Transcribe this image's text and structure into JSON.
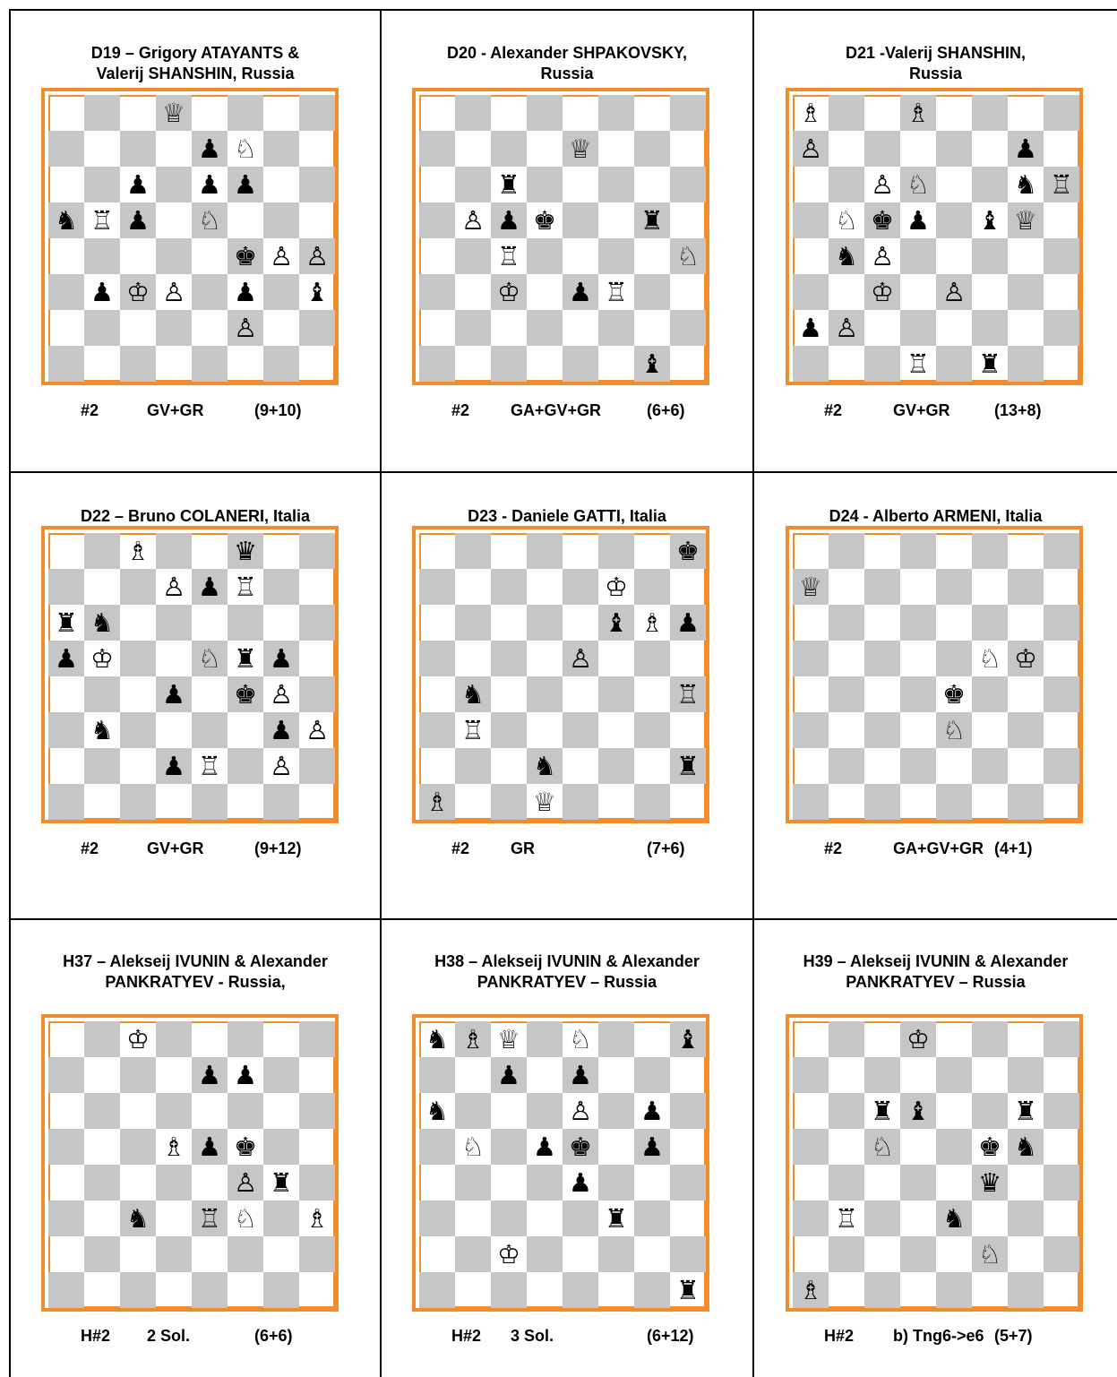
{
  "problems": [
    {
      "id": "D19",
      "title_lines": [
        "D19 – Grigory ATAYANTS &",
        "Valerij SHANSHIN, Russia"
      ],
      "footer": [
        "#2",
        "GV+GR",
        "(9+10)"
      ],
      "pieces": [
        {
          "sq": "d8",
          "g": "♕"
        },
        {
          "sq": "e7",
          "g": "♟"
        },
        {
          "sq": "f7",
          "g": "♘"
        },
        {
          "sq": "c6",
          "g": "♟"
        },
        {
          "sq": "e6",
          "g": "♟"
        },
        {
          "sq": "f6",
          "g": "♟"
        },
        {
          "sq": "a5",
          "g": "♞"
        },
        {
          "sq": "b5",
          "g": "♖"
        },
        {
          "sq": "c5",
          "g": "♟"
        },
        {
          "sq": "e5",
          "g": "♘"
        },
        {
          "sq": "f4",
          "g": "♚"
        },
        {
          "sq": "g4",
          "g": "♙"
        },
        {
          "sq": "h4",
          "g": "♙"
        },
        {
          "sq": "b3",
          "g": "♟"
        },
        {
          "sq": "c3",
          "g": "♔"
        },
        {
          "sq": "d3",
          "g": "♙"
        },
        {
          "sq": "f3",
          "g": "♟"
        },
        {
          "sq": "h3",
          "g": "♝"
        },
        {
          "sq": "f2",
          "g": "♙"
        }
      ]
    },
    {
      "id": "D20",
      "title_lines": [
        "D20 - Alexander SHPAKOVSKY,",
        "Russia"
      ],
      "footer": [
        "#2",
        "GA+GV+GR",
        "(6+6)"
      ],
      "pieces": [
        {
          "sq": "e7",
          "g": "♕"
        },
        {
          "sq": "c6",
          "g": "♜"
        },
        {
          "sq": "b5",
          "g": "♙"
        },
        {
          "sq": "c5",
          "g": "♟"
        },
        {
          "sq": "d5",
          "g": "♚"
        },
        {
          "sq": "g5",
          "g": "♜"
        },
        {
          "sq": "c4",
          "g": "♖"
        },
        {
          "sq": "h4",
          "g": "♘"
        },
        {
          "sq": "c3",
          "g": "♔"
        },
        {
          "sq": "e3",
          "g": "♟"
        },
        {
          "sq": "f3",
          "g": "♖"
        },
        {
          "sq": "g1",
          "g": "♝"
        }
      ]
    },
    {
      "id": "D21",
      "title_lines": [
        "D21 -Valerij SHANSHIN,",
        "Russia"
      ],
      "footer": [
        "#2",
        "GV+GR",
        "(13+8)"
      ],
      "pieces": [
        {
          "sq": "a8",
          "g": "♗"
        },
        {
          "sq": "d8",
          "g": "♗"
        },
        {
          "sq": "a7",
          "g": "♙"
        },
        {
          "sq": "g7",
          "g": "♟"
        },
        {
          "sq": "c6",
          "g": "♙"
        },
        {
          "sq": "d6",
          "g": "♘"
        },
        {
          "sq": "g6",
          "g": "♞"
        },
        {
          "sq": "h6",
          "g": "♖"
        },
        {
          "sq": "b5",
          "g": "♘"
        },
        {
          "sq": "c5",
          "g": "♚"
        },
        {
          "sq": "d5",
          "g": "♟"
        },
        {
          "sq": "f5",
          "g": "♝"
        },
        {
          "sq": "g5",
          "g": "♕"
        },
        {
          "sq": "b4",
          "g": "♞"
        },
        {
          "sq": "c4",
          "g": "♙"
        },
        {
          "sq": "c3",
          "g": "♔"
        },
        {
          "sq": "e3",
          "g": "♙"
        },
        {
          "sq": "a2",
          "g": "♟"
        },
        {
          "sq": "b2",
          "g": "♙"
        },
        {
          "sq": "d1",
          "g": "♖"
        },
        {
          "sq": "f1",
          "g": "♜"
        }
      ]
    },
    {
      "id": "D22",
      "title_lines": [
        "D22 – Bruno COLANERI, Italia"
      ],
      "footer": [
        "#2",
        "GV+GR",
        "(9+12)"
      ],
      "pieces": [
        {
          "sq": "c8",
          "g": "♗"
        },
        {
          "sq": "f8",
          "g": "♛"
        },
        {
          "sq": "d7",
          "g": "♙"
        },
        {
          "sq": "e7",
          "g": "♟"
        },
        {
          "sq": "f7",
          "g": "♖"
        },
        {
          "sq": "a6",
          "g": "♜"
        },
        {
          "sq": "b6",
          "g": "♞"
        },
        {
          "sq": "a5",
          "g": "♟"
        },
        {
          "sq": "b5",
          "g": "♔"
        },
        {
          "sq": "e5",
          "g": "♘"
        },
        {
          "sq": "f5",
          "g": "♜"
        },
        {
          "sq": "g5",
          "g": "♟"
        },
        {
          "sq": "d4",
          "g": "♟"
        },
        {
          "sq": "f4",
          "g": "♚"
        },
        {
          "sq": "g4",
          "g": "♙"
        },
        {
          "sq": "b3",
          "g": "♞"
        },
        {
          "sq": "g3",
          "g": "♟"
        },
        {
          "sq": "h3",
          "g": "♙"
        },
        {
          "sq": "d2",
          "g": "♟"
        },
        {
          "sq": "e2",
          "g": "♖"
        },
        {
          "sq": "g2",
          "g": "♙"
        }
      ]
    },
    {
      "id": "D23",
      "title_lines": [
        "D23 -  Daniele GATTI, Italia"
      ],
      "footer": [
        "#2",
        "GR",
        "(7+6)"
      ],
      "pieces": [
        {
          "sq": "h8",
          "g": "♚"
        },
        {
          "sq": "f7",
          "g": "♔"
        },
        {
          "sq": "f6",
          "g": "♝"
        },
        {
          "sq": "g6",
          "g": "♗"
        },
        {
          "sq": "h6",
          "g": "♟"
        },
        {
          "sq": "e5",
          "g": "♙"
        },
        {
          "sq": "b4",
          "g": "♞"
        },
        {
          "sq": "h4",
          "g": "♖"
        },
        {
          "sq": "b3",
          "g": "♖"
        },
        {
          "sq": "d2",
          "g": "♞"
        },
        {
          "sq": "h2",
          "g": "♜"
        },
        {
          "sq": "a1",
          "g": "♗"
        },
        {
          "sq": "d1",
          "g": "♕"
        }
      ]
    },
    {
      "id": "D24",
      "title_lines": [
        "D24 - Alberto ARMENI, Italia"
      ],
      "footer": [
        "#2",
        "GA+GV+GR",
        "(4+1)"
      ],
      "pieces": [
        {
          "sq": "a7",
          "g": "♕"
        },
        {
          "sq": "f5",
          "g": "♘"
        },
        {
          "sq": "g5",
          "g": "♔"
        },
        {
          "sq": "e4",
          "g": "♚"
        },
        {
          "sq": "e3",
          "g": "♘"
        }
      ]
    },
    {
      "id": "H37",
      "title_lines": [
        "H37 – Alekseij IVUNIN & Alexander",
        "PANKRATYEV - Russia,"
      ],
      "footer": [
        "H#2",
        "2 Sol.",
        "(6+6)"
      ],
      "pieces": [
        {
          "sq": "c8",
          "g": "♔"
        },
        {
          "sq": "e7",
          "g": "♟"
        },
        {
          "sq": "f7",
          "g": "♟"
        },
        {
          "sq": "d5",
          "g": "♗"
        },
        {
          "sq": "e5",
          "g": "♟"
        },
        {
          "sq": "f5",
          "g": "♚"
        },
        {
          "sq": "f4",
          "g": "♙"
        },
        {
          "sq": "g4",
          "g": "♜"
        },
        {
          "sq": "c3",
          "g": "♞"
        },
        {
          "sq": "e3",
          "g": "♖"
        },
        {
          "sq": "f3",
          "g": "♘"
        },
        {
          "sq": "h3",
          "g": "♗"
        }
      ]
    },
    {
      "id": "H38",
      "title_lines": [
        "H38 – Alekseij IVUNIN  & Alexander",
        "PANKRATYEV – Russia"
      ],
      "footer": [
        "H#2",
        "3 Sol.",
        "(6+12)"
      ],
      "pieces": [
        {
          "sq": "a8",
          "g": "♞"
        },
        {
          "sq": "b8",
          "g": "♗"
        },
        {
          "sq": "c8",
          "g": "♕"
        },
        {
          "sq": "e8",
          "g": "♘"
        },
        {
          "sq": "h8",
          "g": "♝"
        },
        {
          "sq": "c7",
          "g": "♟"
        },
        {
          "sq": "e7",
          "g": "♟"
        },
        {
          "sq": "a6",
          "g": "♞"
        },
        {
          "sq": "e6",
          "g": "♙"
        },
        {
          "sq": "g6",
          "g": "♟"
        },
        {
          "sq": "b5",
          "g": "♘"
        },
        {
          "sq": "d5",
          "g": "♟"
        },
        {
          "sq": "e5",
          "g": "♚"
        },
        {
          "sq": "g5",
          "g": "♟"
        },
        {
          "sq": "e4",
          "g": "♟"
        },
        {
          "sq": "f3",
          "g": "♜"
        },
        {
          "sq": "c2",
          "g": "♔"
        },
        {
          "sq": "h1",
          "g": "♜"
        }
      ]
    },
    {
      "id": "H39",
      "title_lines": [
        "H39 – Alekseij IVUNIN  & Alexander",
        "PANKRATYEV – Russia"
      ],
      "footer": [
        "H#2",
        "b) Tng6->e6",
        "(5+7)"
      ],
      "pieces": [
        {
          "sq": "d8",
          "g": "♔"
        },
        {
          "sq": "c6",
          "g": "♜"
        },
        {
          "sq": "d6",
          "g": "♝"
        },
        {
          "sq": "g6",
          "g": "♜"
        },
        {
          "sq": "c5",
          "g": "♘"
        },
        {
          "sq": "f5",
          "g": "♚"
        },
        {
          "sq": "g5",
          "g": "♞"
        },
        {
          "sq": "f4",
          "g": "♛"
        },
        {
          "sq": "b3",
          "g": "♖"
        },
        {
          "sq": "e3",
          "g": "♞"
        },
        {
          "sq": "f2",
          "g": "♘"
        },
        {
          "sq": "a1",
          "g": "♗"
        }
      ]
    }
  ]
}
